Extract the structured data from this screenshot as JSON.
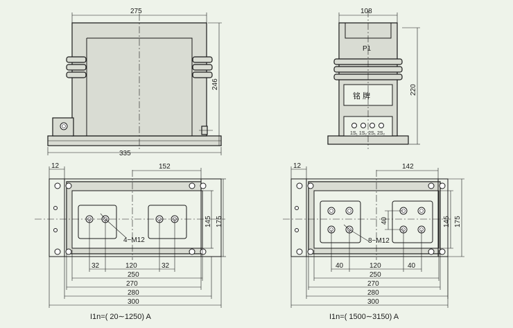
{
  "diagram": {
    "front_view": {
      "dim_width_top": "275",
      "dim_height": "246",
      "dim_base": "335"
    },
    "side_view": {
      "dim_width_top": "108",
      "dim_height": "220",
      "label_p1": "P1",
      "nameplate_label": "铭 牌",
      "terminal_labels": "1S₁ 1S₂ 2S₁ 2S₂"
    },
    "plan_left": {
      "dim_12": "12",
      "dim_152": "152",
      "dim_145": "145",
      "dim_175": "175",
      "bolt_callout": "4−M12",
      "dim_32a": "32",
      "dim_120": "120",
      "dim_32b": "32",
      "dim_250": "250",
      "dim_270": "270",
      "dim_280": "280",
      "dim_300": "300",
      "caption": "I1n=( 20∼1250) A"
    },
    "plan_right": {
      "dim_12": "12",
      "dim_142": "142",
      "dim_40v": "40",
      "dim_145": "145",
      "dim_175": "175",
      "bolt_callout": "8−M12",
      "dim_40a": "40",
      "dim_120": "120",
      "dim_40b": "40",
      "dim_250": "250",
      "dim_270": "270",
      "dim_280": "280",
      "dim_300": "300",
      "caption": "I1n=( 1500∼3150) A"
    }
  }
}
